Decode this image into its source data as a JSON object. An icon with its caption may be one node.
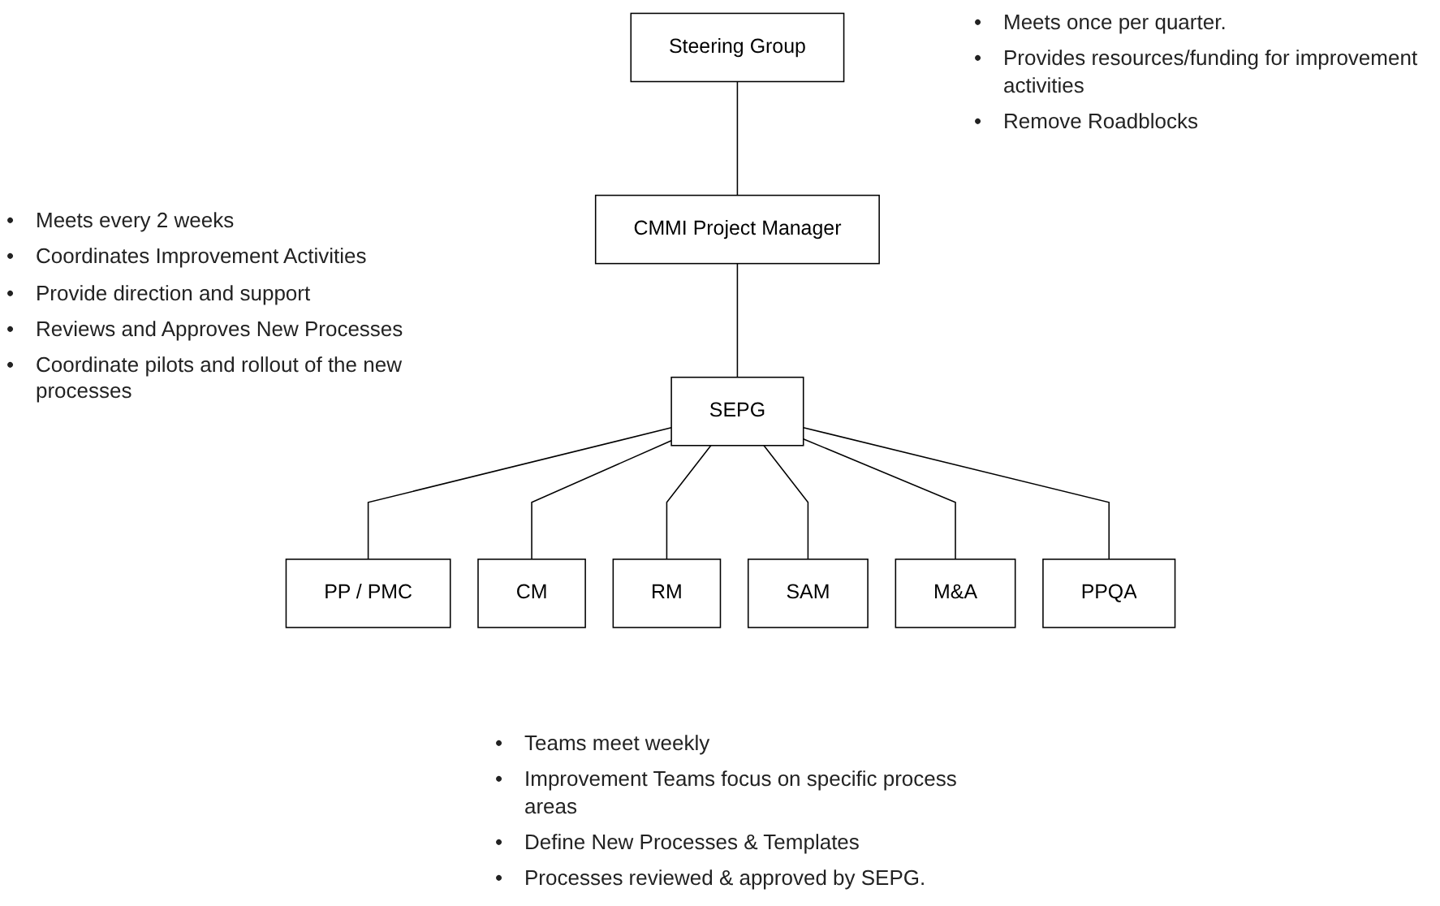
{
  "diagram": {
    "nodes": [
      {
        "text": [
          "Steering Group"
        ]
      },
      {
        "text": [
          "CMMI Project Manager"
        ]
      },
      {
        "text": [
          "SEPG"
        ]
      },
      {
        "text": [
          "PP / PMC"
        ]
      },
      {
        "text": [
          "CM"
        ]
      },
      {
        "text": [
          "RM"
        ]
      },
      {
        "text": [
          "SAM"
        ]
      },
      {
        "text": [
          "M&A"
        ]
      },
      {
        "text": [
          "PPQA"
        ]
      }
    ],
    "edges": [
      {
        "from": 0,
        "to": 1,
        "arrow": "none"
      },
      {
        "from": 1,
        "to": 2,
        "arrow": "none"
      },
      {
        "from": 2,
        "to": 3,
        "arrow": "none"
      },
      {
        "from": 2,
        "to": 4,
        "arrow": "none"
      },
      {
        "from": 2,
        "to": 5,
        "arrow": "none"
      },
      {
        "from": 2,
        "to": 6,
        "arrow": "none"
      },
      {
        "from": 2,
        "to": 7,
        "arrow": "none"
      },
      {
        "from": 2,
        "to": 8,
        "arrow": "none"
      }
    ],
    "labels": [
      "•",
      "Meets once per quarter.",
      "•",
      "Provides resources/funding for improvement activities",
      "•",
      "Remove Roadblocks",
      "•",
      "Meets every 2 weeks",
      "•",
      "Coordinates Improvement Activities",
      "•",
      "Provide direction and support",
      "•",
      "Reviews and Approves New Processes",
      "•",
      "Coordinate pilots and rollout of the new processes",
      "•",
      "Teams meet weekly",
      "•",
      "Improvement Teams focus on specific process areas",
      "•",
      "Define New Processes & Templates",
      "•",
      "Processes reviewed & approved by SEPG."
    ]
  }
}
